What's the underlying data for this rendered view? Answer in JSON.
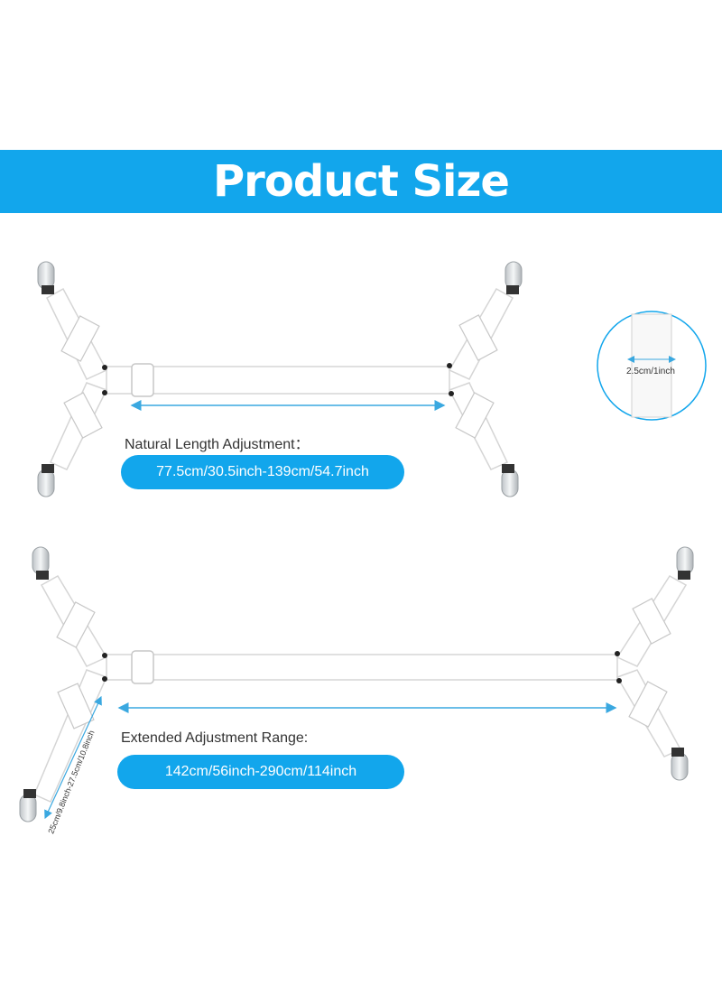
{
  "banner": {
    "title": "Product Size",
    "color": "#12a6ec"
  },
  "width_detail": {
    "label": "2.5cm/1inch"
  },
  "natural": {
    "caption": "Natural Length Adjustment：",
    "range": "77.5cm/30.5inch-139cm/54.7inch"
  },
  "extended": {
    "caption": "Extended Adjustment Range:",
    "range": "142cm/56inch-290cm/114inch",
    "leg_length": "25cm/9.8inch-27.5cm/10.8inch"
  },
  "colors": {
    "accent": "#12a6ec",
    "strap": "#ffffff",
    "outline": "#d5d5d5",
    "arrow": "#3aa8e0"
  }
}
